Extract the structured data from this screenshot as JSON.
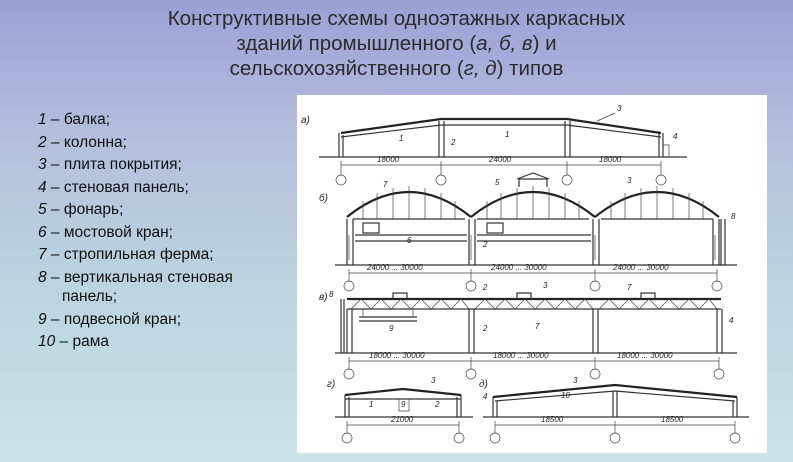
{
  "title": {
    "line1": "Конструктивные схемы одноэтажных каркасных",
    "line2_pre": "зданий промышленного (",
    "line2_it": "а, б, в",
    "line2_post": ") и",
    "line3_pre": "сельскохозяйственного (",
    "line3_it": "г, д",
    "line3_post": ") типов"
  },
  "legend": [
    {
      "num": "1",
      "text": " – балка;"
    },
    {
      "num": "2",
      "text": " – колонна;"
    },
    {
      "num": "3",
      "text": " – плита покрытия;"
    },
    {
      "num": "4",
      "text": " – стеновая панель;"
    },
    {
      "num": "5",
      "text": " – фонарь;"
    },
    {
      "num": "6",
      "text": " – мостовой кран;"
    },
    {
      "num": "7",
      "text": " – стропильная ферма;"
    },
    {
      "num": "8",
      "text": " – вертикальная стеновая панель;"
    },
    {
      "num": "9",
      "text": " – подвесной кран;"
    },
    {
      "num": "10",
      "text": " – рама"
    }
  ],
  "diagram": {
    "a": {
      "label": "а)",
      "spans": [
        "18000",
        "24000",
        "18000"
      ],
      "callouts": [
        "1",
        "2",
        "1",
        "3",
        "4"
      ]
    },
    "b": {
      "label": "б)",
      "spans": [
        "24000 ... 30000",
        "24000 ... 30000",
        "24000 ... 30000"
      ],
      "callouts": [
        "7",
        "5",
        "3",
        "8",
        "6",
        "2"
      ]
    },
    "v": {
      "label": "в)",
      "spans": [
        "18000 ... 30000",
        "18000 ... 30000",
        "18000 ... 30000"
      ],
      "callouts": [
        "8",
        "2",
        "3",
        "7",
        "9",
        "2",
        "7",
        "4"
      ]
    },
    "g": {
      "label": "г)",
      "span": "21000",
      "callouts": [
        "3",
        "1",
        "9",
        "2"
      ]
    },
    "d": {
      "label": "д)",
      "spans": [
        "18500",
        "18500"
      ],
      "callouts": [
        "4",
        "3",
        "10"
      ]
    }
  }
}
